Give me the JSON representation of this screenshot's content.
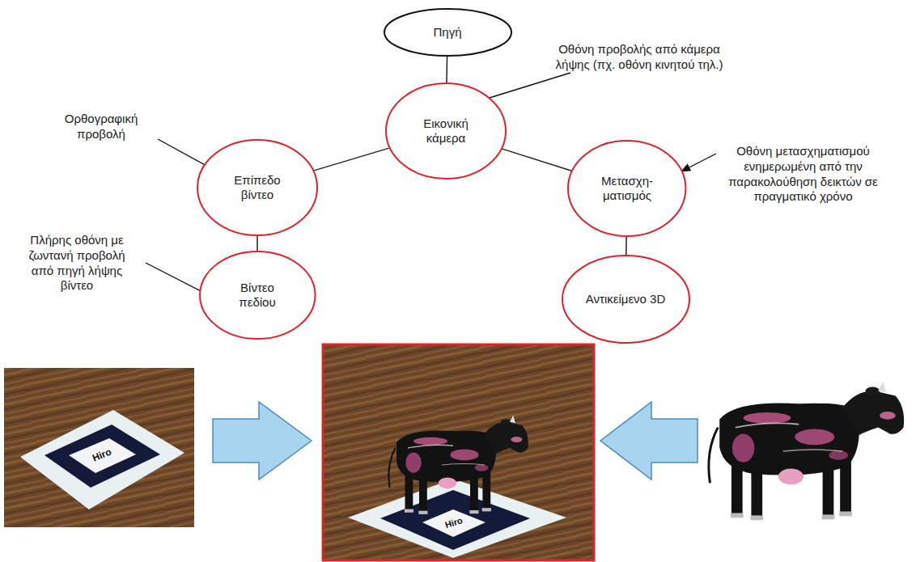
{
  "diagram": {
    "nodes": [
      {
        "text": [
          "Πηγή"
        ]
      },
      {
        "text": [
          "Εικονική κάμερα"
        ]
      },
      {
        "text": [
          "Επίπεδο βίντεο"
        ]
      },
      {
        "text": [
          "Μετασχη- ματισμός"
        ]
      },
      {
        "text": [
          "Βίντεο πεδίου"
        ]
      },
      {
        "text": [
          "Αντικείμενο 3D"
        ]
      }
    ],
    "edges": [
      {
        "from": 0,
        "to": 1,
        "arrow": "none"
      },
      {
        "from": 1,
        "to": 2,
        "arrow": "none"
      },
      {
        "from": 1,
        "to": 3,
        "arrow": "none"
      },
      {
        "from": 2,
        "to": 4,
        "arrow": "none"
      },
      {
        "from": 3,
        "to": 5,
        "arrow": "none"
      }
    ],
    "labels": [
      "Οθόνη προβολής από κάμερα λήψης (πχ. οθόνη κινητού τηλ.)",
      "Ορθογραφική προβολή",
      "Οθόνη μετασχηματισμού ενημερωμένη από την παρακολούθηση δεικτών σε πραγματικό χρόνο",
      "Πλήρης οθόνη με ζωντανή προβολή από πηγή λήψης βίντεο",
      "Hiro",
      "Hiro"
    ]
  }
}
